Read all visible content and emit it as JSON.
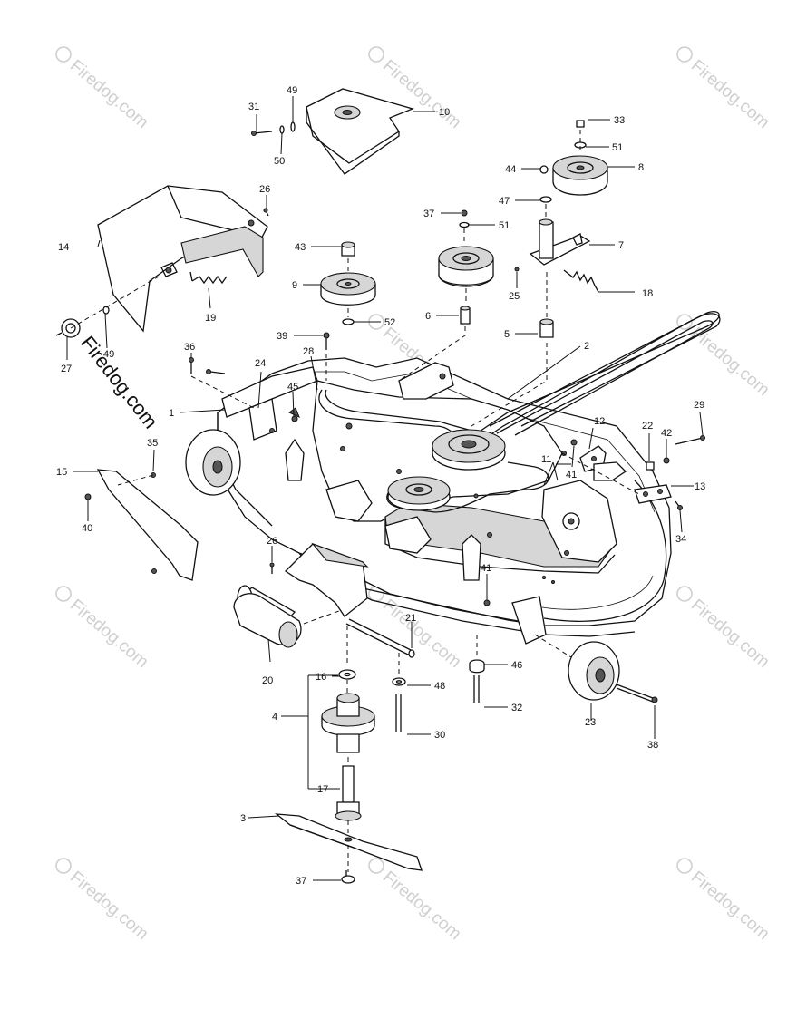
{
  "watermark": {
    "text": "Firedog.com",
    "color": "#cfcfcf"
  },
  "brand_text": "Firedog.com",
  "callouts": {
    "c1": "1",
    "c2": "2",
    "c3": "3",
    "c4": "4",
    "c5": "5",
    "c6": "6",
    "c7": "7",
    "c8": "8",
    "c9": "9",
    "c10": "10",
    "c11": "11",
    "c12": "12",
    "c13": "13",
    "c14": "14",
    "c15": "15",
    "c16": "16",
    "c17": "17",
    "c18": "18",
    "c19": "19",
    "c20": "20",
    "c21": "21",
    "c22": "22",
    "c23": "23",
    "c24": "24",
    "c25": "25",
    "c26a": "26",
    "c26b": "26",
    "c27": "27",
    "c28": "28",
    "c29": "29",
    "c30": "30",
    "c31": "31",
    "c32": "32",
    "c33": "33",
    "c34": "34",
    "c35": "35",
    "c36": "36",
    "c37a": "37",
    "c37b": "37",
    "c38": "38",
    "c39": "39",
    "c40": "40",
    "c41a": "41",
    "c41b": "41",
    "c42": "42",
    "c43": "43",
    "c44": "44",
    "c45": "45",
    "c46": "46",
    "c47": "47",
    "c48": "48",
    "c49a": "49",
    "c49b": "49",
    "c50": "50",
    "c51a": "51",
    "c51b": "51",
    "c52": "52"
  }
}
